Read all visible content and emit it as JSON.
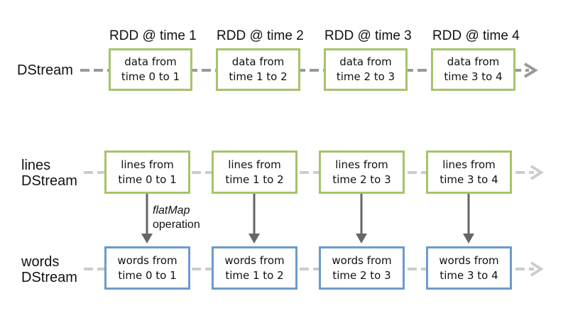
{
  "colors": {
    "rdd_border": "#a5c46a",
    "words_border": "#6b9bcc",
    "stream_dark": "#999999",
    "stream_light": "#cccccc",
    "op_arrow": "#666666"
  },
  "top": {
    "row_label": "DStream",
    "headers": [
      "RDD @ time 1",
      "RDD @ time 2",
      "RDD @ time 3",
      "RDD @ time 4"
    ],
    "boxes": [
      [
        "data from",
        "time 0 to 1"
      ],
      [
        "data from",
        "time 1 to 2"
      ],
      [
        "data from",
        "time 2 to 3"
      ],
      [
        "data from",
        "time 3 to 4"
      ]
    ]
  },
  "lines_row": {
    "row_label": [
      "lines",
      "DStream"
    ],
    "boxes": [
      [
        "lines from",
        "time 0 to 1"
      ],
      [
        "lines from",
        "time 1 to 2"
      ],
      [
        "lines from",
        "time 2 to 3"
      ],
      [
        "lines from",
        "time 3 to 4"
      ]
    ]
  },
  "operation": {
    "name": "flatMap",
    "word": "operation"
  },
  "words_row": {
    "row_label": [
      "words",
      "DStream"
    ],
    "boxes": [
      [
        "words from",
        "time 0 to 1"
      ],
      [
        "words from",
        "time 1 to 2"
      ],
      [
        "words from",
        "time 2 to 3"
      ],
      [
        "words from",
        "time 3 to 4"
      ]
    ]
  }
}
